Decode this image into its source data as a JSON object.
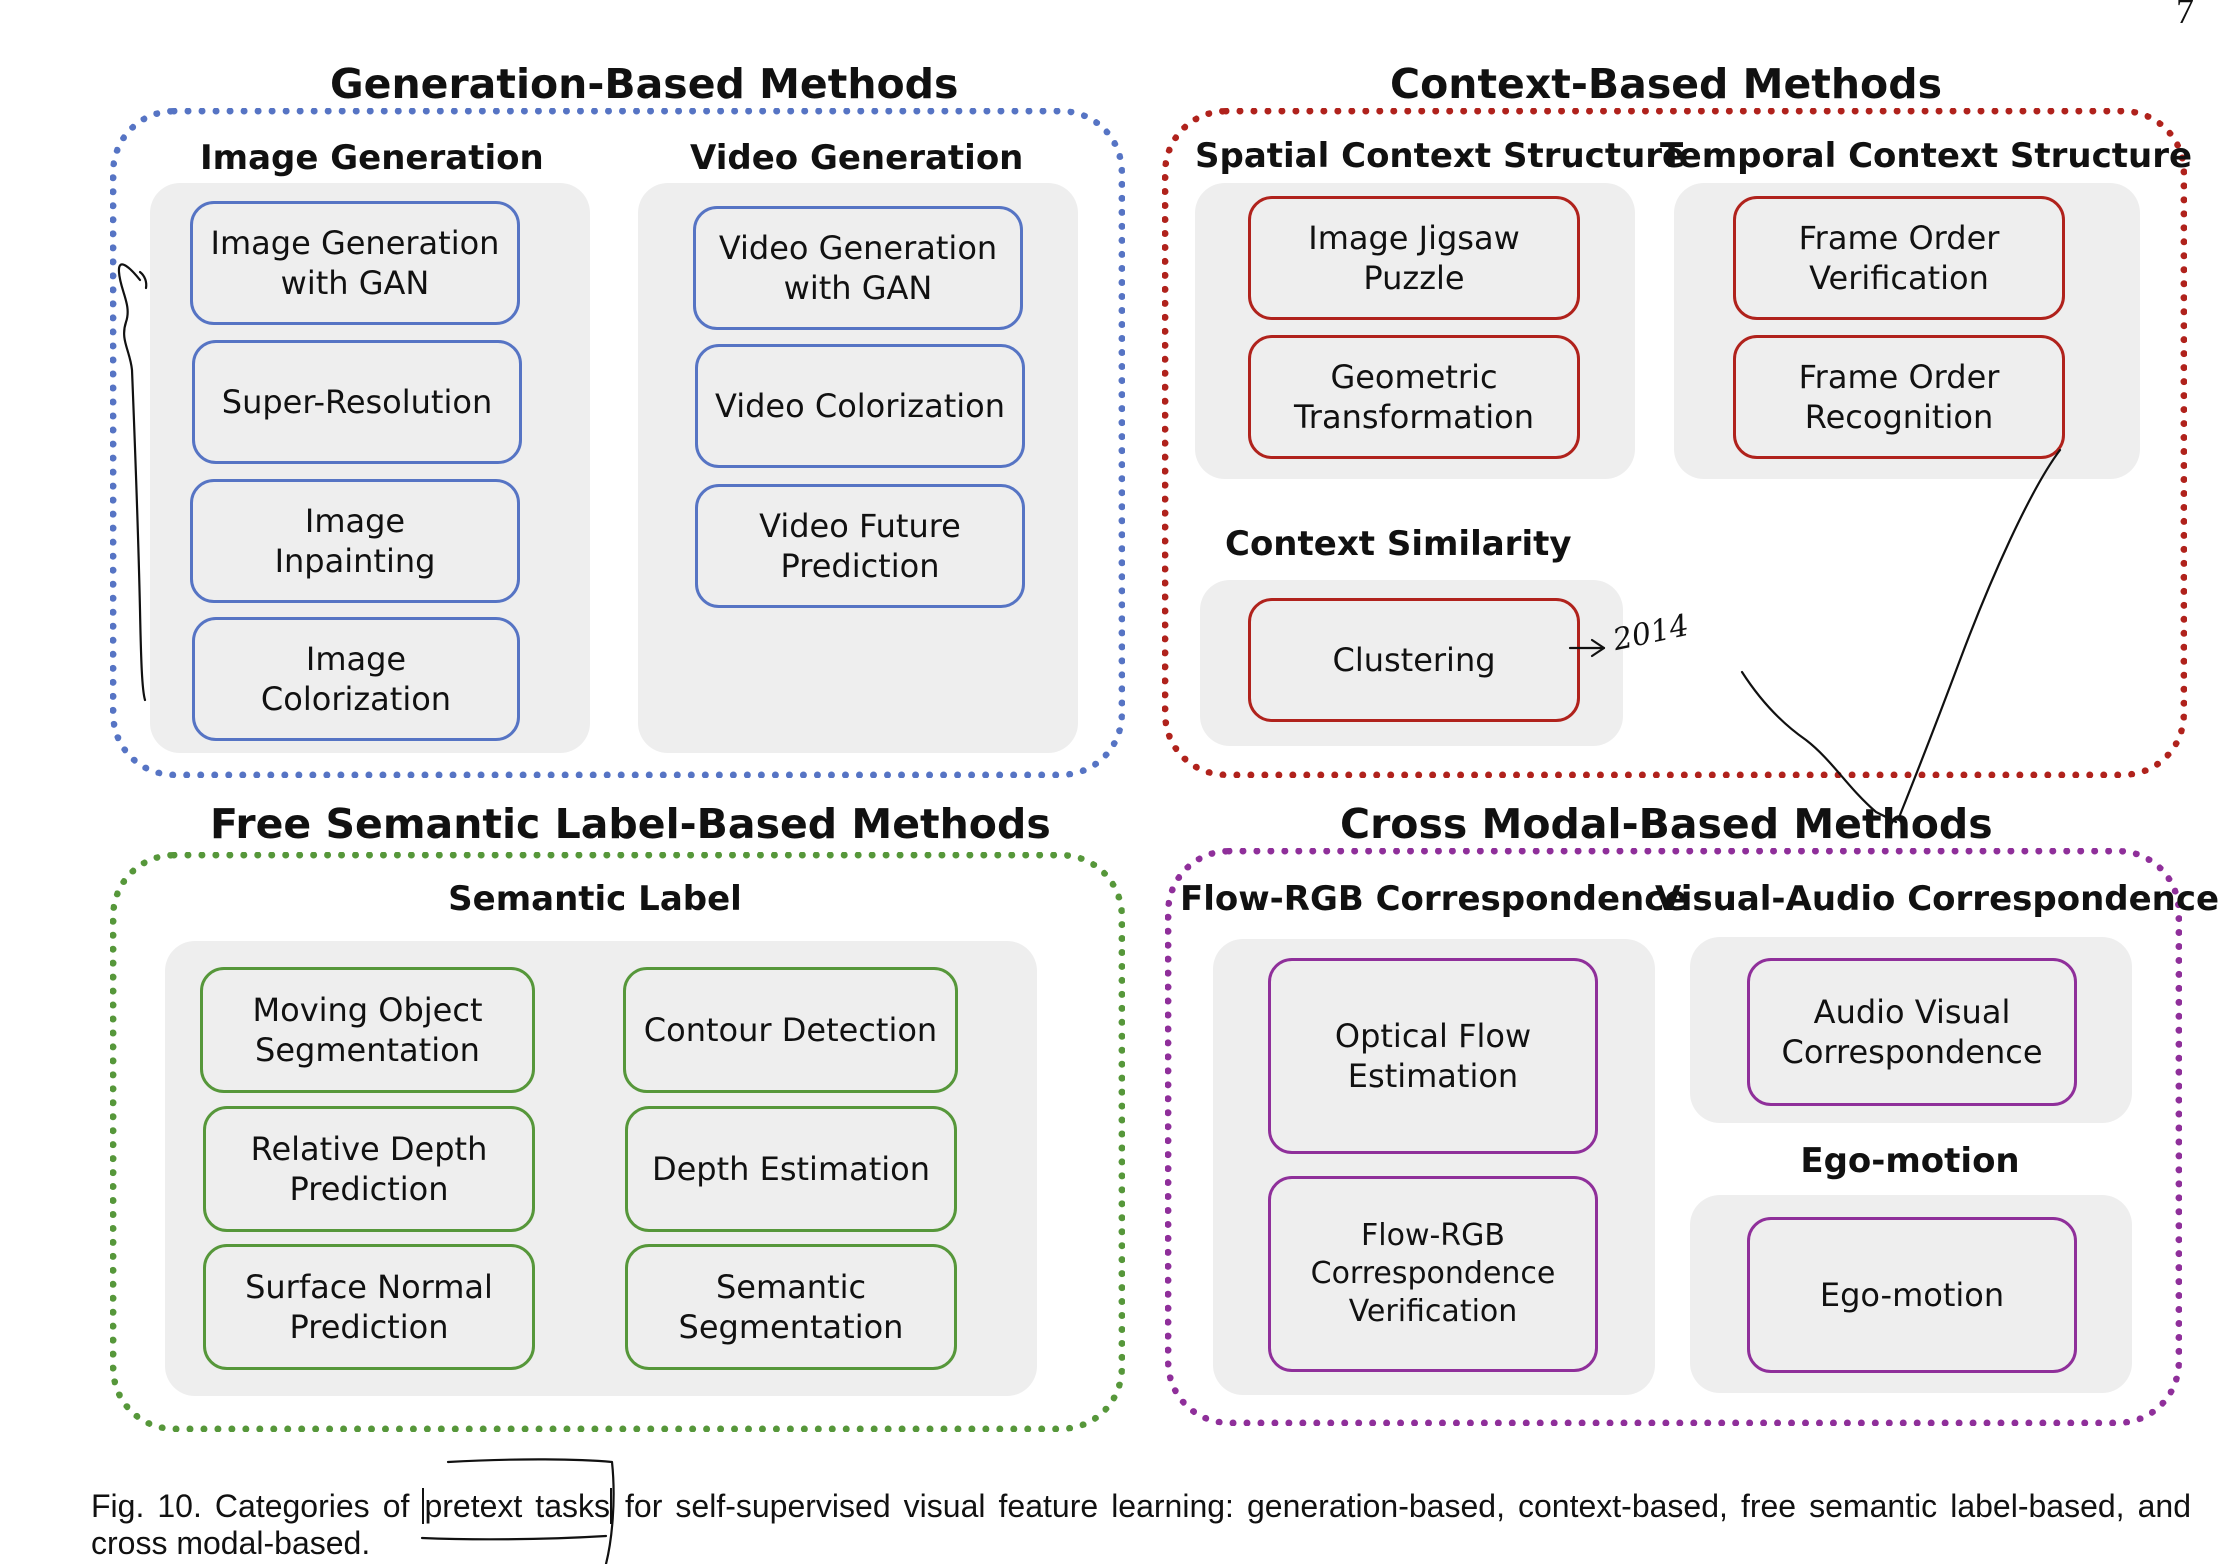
{
  "page_number": "7",
  "sections": {
    "generation": {
      "title": "Generation-Based Methods",
      "image_generation": {
        "title": "Image Generation",
        "items": [
          "Image Generation\nwith GAN",
          "Super-Resolution",
          "Image\nInpainting",
          "Image\nColorization"
        ]
      },
      "video_generation": {
        "title": "Video Generation",
        "items": [
          "Video Generation\nwith GAN",
          "Video Colorization",
          "Video Future\nPrediction"
        ]
      }
    },
    "context": {
      "title": "Context-Based Methods",
      "spatial": {
        "title": "Spatial Context Structure",
        "items": [
          "Image Jigsaw\nPuzzle",
          "Geometric\nTransformation"
        ]
      },
      "temporal": {
        "title": "Temporal Context Structure",
        "items": [
          "Frame Order\nVerification",
          "Frame Order\nRecognition"
        ]
      },
      "similarity": {
        "title": "Context Similarity",
        "items": [
          "Clustering"
        ]
      }
    },
    "semantic": {
      "title": "Free Semantic Label-Based Methods",
      "label": {
        "title": "Semantic Label",
        "items": [
          "Moving Object\nSegmentation",
          "Contour Detection",
          "Relative Depth\nPrediction",
          "Depth Estimation",
          "Surface Normal\nPrediction",
          "Semantic\nSegmentation"
        ]
      }
    },
    "cross_modal": {
      "title": "Cross Modal-Based Methods",
      "flow_rgb": {
        "title": "Flow-RGB Correspondence",
        "items": [
          "Optical Flow\nEstimation",
          "Flow-RGB\nCorrespondence\nVerification"
        ]
      },
      "visual_audio": {
        "title": "Visual-Audio Correspondence",
        "items": [
          "Audio Visual\nCorrespondence"
        ]
      },
      "ego": {
        "title": "Ego-motion",
        "items": [
          "Ego-motion"
        ]
      }
    }
  },
  "caption": {
    "before": "Fig. 10. Categories of ",
    "highlighted": "pretext tasks",
    "after": " for self-supervised visual feature learning: generation-based, context-based, free semantic label-based, and cross modal-based."
  },
  "handwriting": {
    "note": "2014"
  },
  "colors": {
    "generation": "#5674c4",
    "context": "#b0221c",
    "semantic": "#56973a",
    "cross_modal": "#8f2f9a",
    "panel": "#eeeeee"
  }
}
